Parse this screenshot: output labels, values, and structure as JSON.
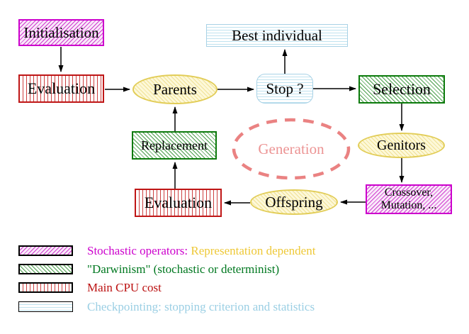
{
  "diagram": {
    "nodes": {
      "initialisation": {
        "label": "Initialisation",
        "style": "stochastic-operator"
      },
      "evaluation_top": {
        "label": "Evaluation",
        "style": "main-cpu-cost"
      },
      "parents": {
        "label": "Parents",
        "style": "population"
      },
      "best_individual": {
        "label": "Best individual",
        "style": "checkpointing"
      },
      "stop": {
        "label": "Stop ?",
        "style": "checkpointing"
      },
      "selection": {
        "label": "Selection",
        "style": "darwinism"
      },
      "genitors": {
        "label": "Genitors",
        "style": "population"
      },
      "crossover": {
        "line1": "Crossover,",
        "line2": "Mutation, ...",
        "style": "stochastic-operator"
      },
      "offspring": {
        "label": "Offspring",
        "style": "population"
      },
      "evaluation_bottom": {
        "label": "Evaluation",
        "style": "main-cpu-cost"
      },
      "replacement": {
        "label": "Replacement",
        "style": "darwinism"
      },
      "generation": {
        "label": "Generation",
        "style": "dashed-cycle"
      }
    },
    "arrows": [
      "initialisation->evaluation_top",
      "evaluation_top->parents",
      "parents->stop",
      "stop->best_individual",
      "stop->selection",
      "selection->genitors",
      "genitors->crossover",
      "crossover->offspring",
      "offspring->evaluation_bottom",
      "evaluation_bottom->replacement",
      "replacement->parents"
    ]
  },
  "legend": {
    "stochastic": {
      "label": "Stochastic operators:",
      "suffix": "Representation dependent"
    },
    "darwinism": {
      "label": "\"Darwinism\" (stochastic or determinist)"
    },
    "cpu": {
      "label": "Main CPU cost"
    },
    "checkpointing": {
      "label": "Checkpointing: stopping criterion and statistics"
    }
  },
  "colors": {
    "magenta": "#cc00cc",
    "gold": "#eec836",
    "green_border": "#0b7a0b",
    "green_text": "#007820",
    "red_border": "#bf1616",
    "red_text": "#bb1111",
    "cyan_border": "#a8d2e6",
    "cyan_text": "#9bcfe4",
    "yellow_border": "#e2cd58",
    "salmon_dash": "#ea8282",
    "arrow": "#000000"
  }
}
